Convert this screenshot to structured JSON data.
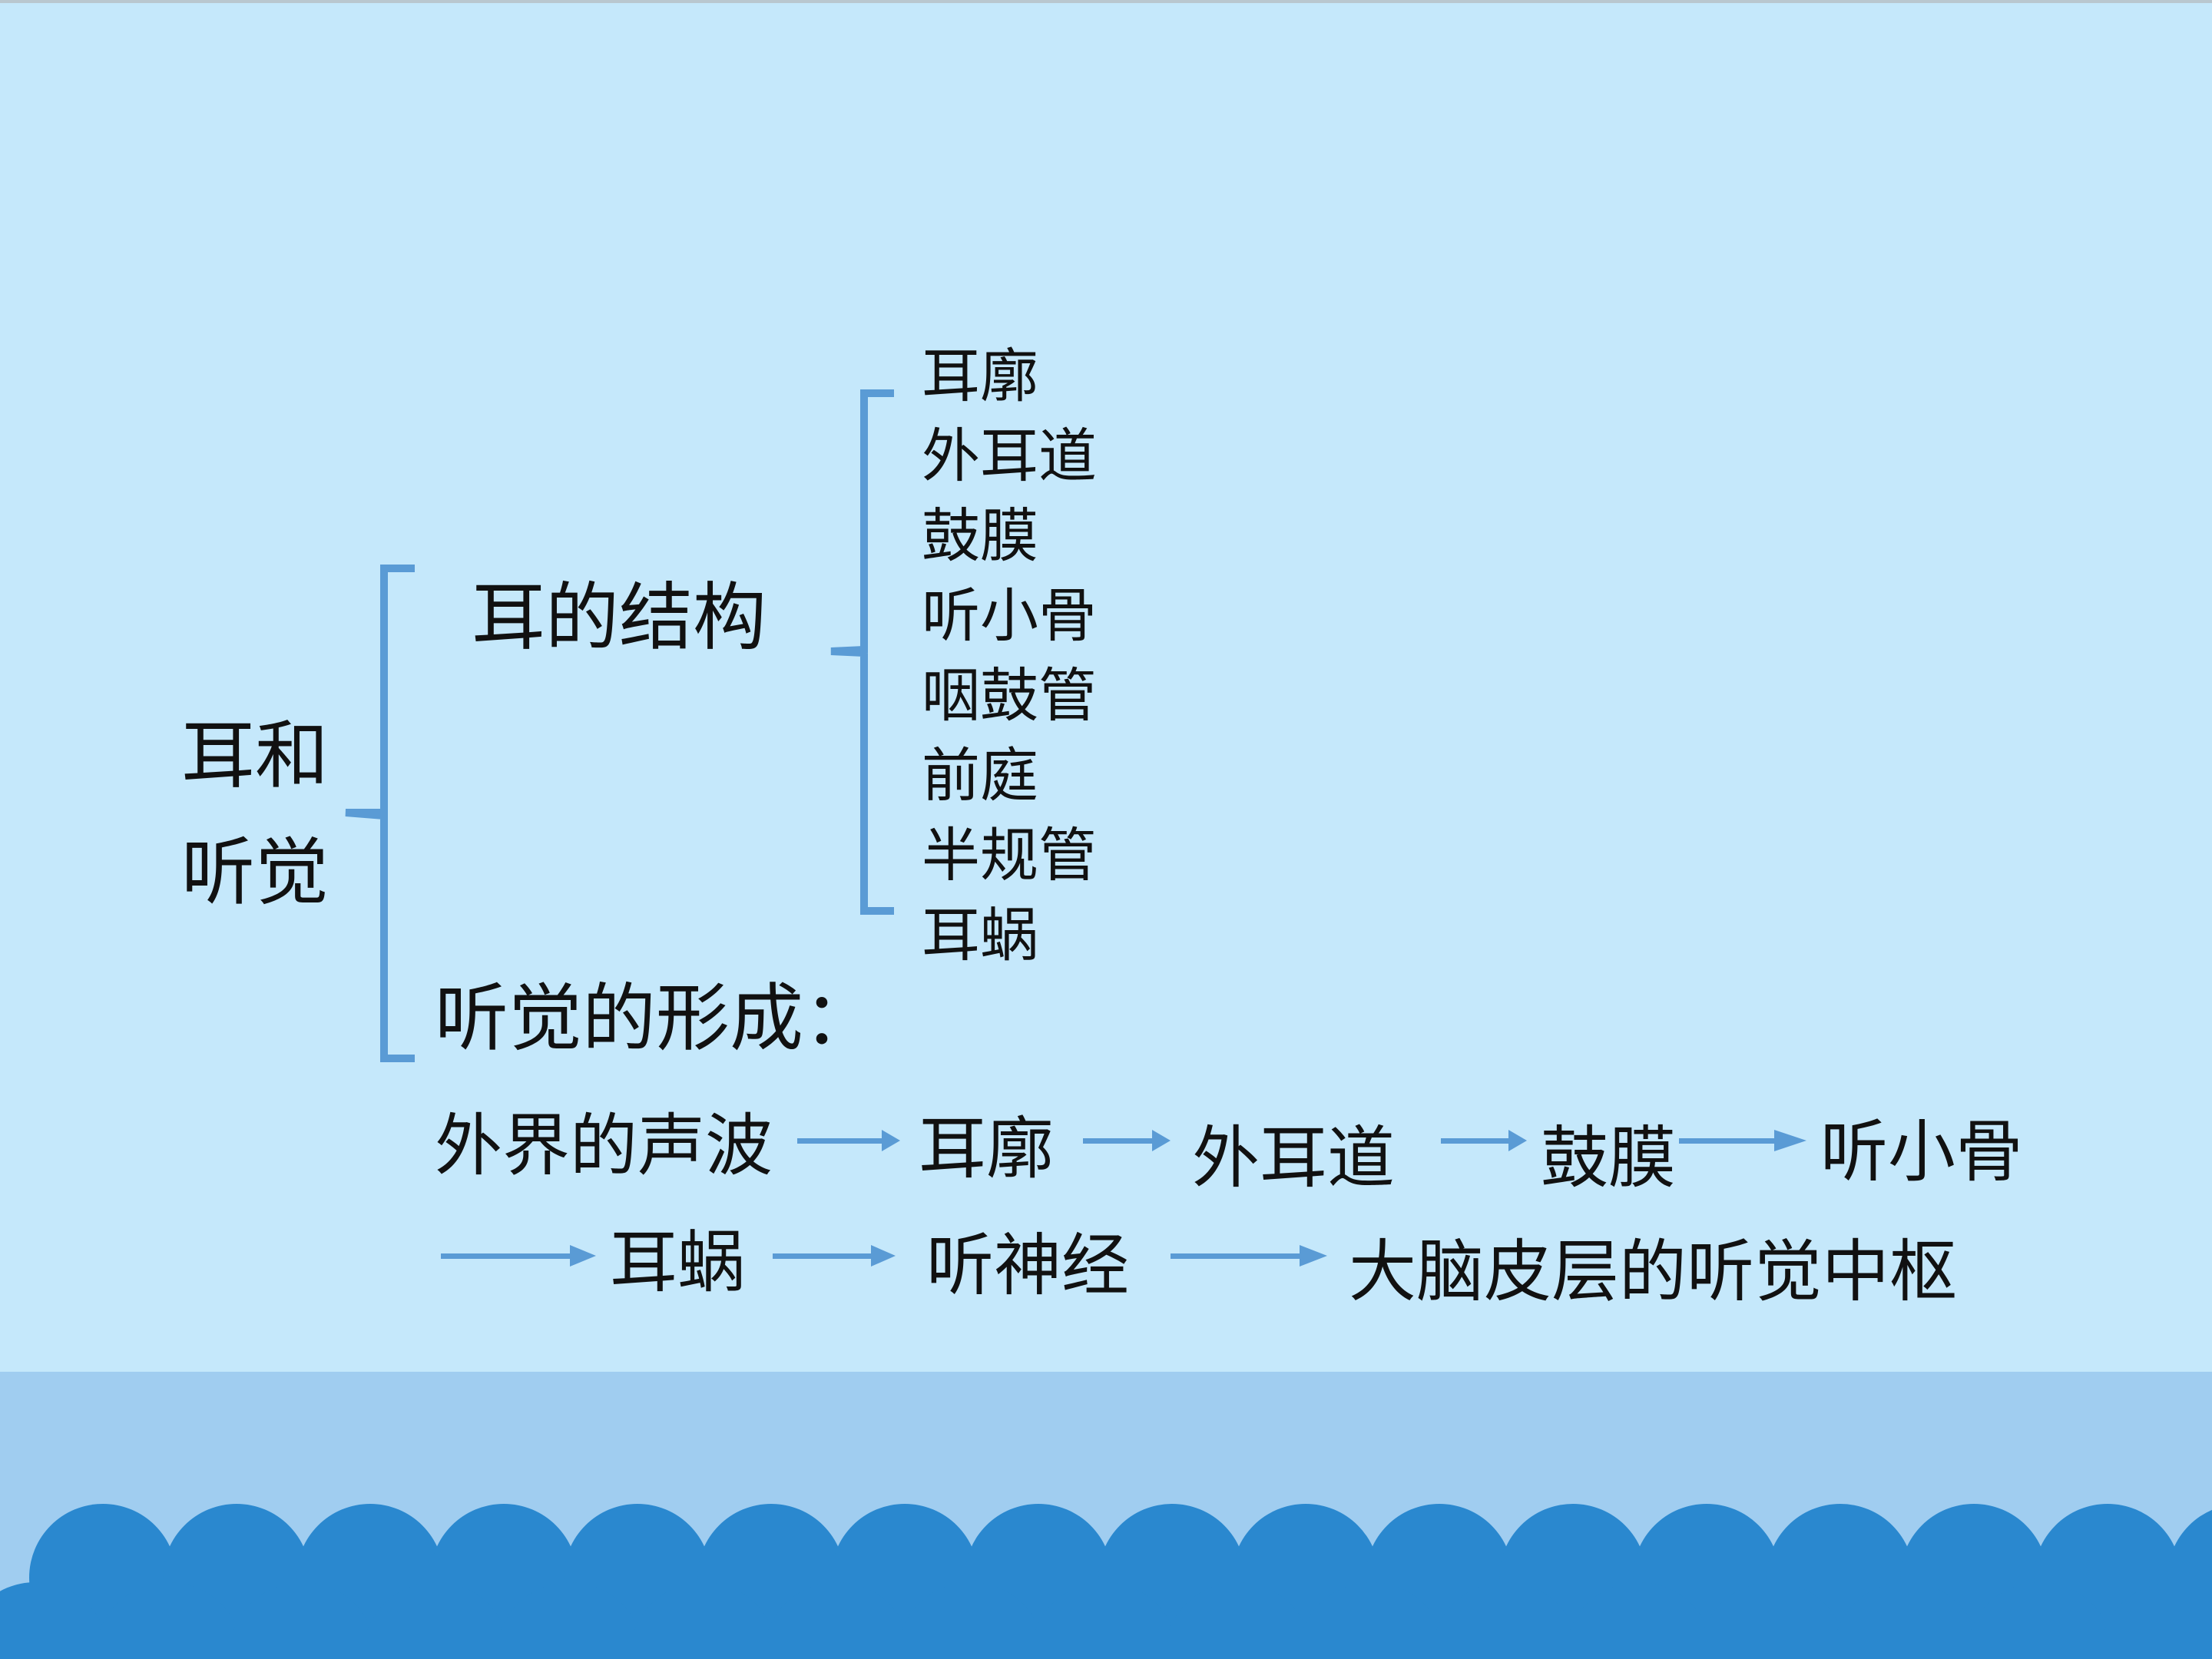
{
  "root": {
    "line1": "耳和",
    "line2": "听觉"
  },
  "structure": {
    "title": "耳的结构",
    "parts": [
      "耳廓",
      "外耳道",
      "鼓膜",
      "听小骨",
      "咽鼓管",
      "前庭",
      "半规管",
      "耳蜗"
    ]
  },
  "formation": {
    "title": "听觉的形成：",
    "row1": [
      "外界的声波",
      "耳廓",
      "外耳道",
      "鼓膜",
      "听小骨"
    ],
    "row2": [
      "耳蜗",
      "听神经",
      "大脑皮层的听觉中枢"
    ]
  },
  "colors": {
    "background": "#c5e8fb",
    "bracket": "#5a9bd5",
    "arrow": "#5a9bd5",
    "footer_band": "#a0cdf0",
    "waves": "#2a88cf"
  }
}
